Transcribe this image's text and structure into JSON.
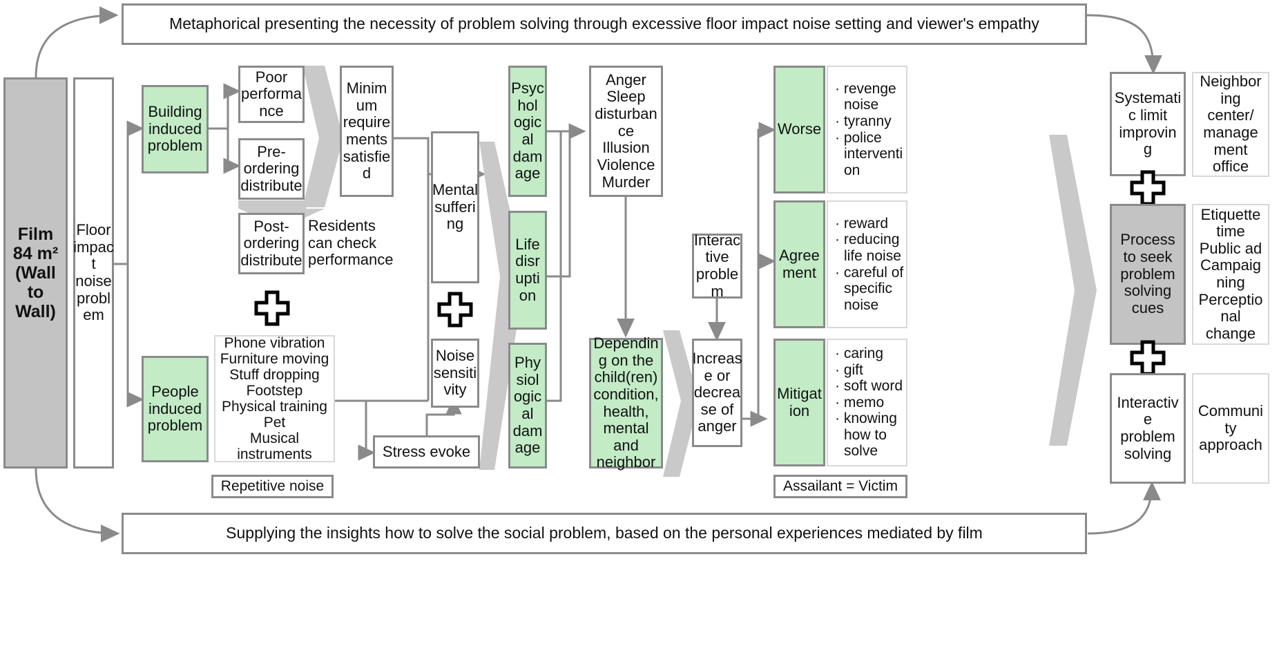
{
  "diagram": {
    "title_banner_top": "Metaphorical presenting the necessity of problem solving through excessive floor impact noise setting and viewer's empathy",
    "title_banner_bottom": "Supplying the insights how to solve the social problem, based on the personal experiences mediated by film",
    "colors": {
      "accent_green": "#c2ebc6",
      "accent_gray": "#c3c3c3",
      "border": "#8a8a8a",
      "arrow_fill": "#c9c9c9"
    },
    "nodes": {
      "film": "Film\n84 m²\n(Wall\nto\nWall)",
      "floor_impact": "Floor\nimpac\nt\nnoise\nprobl\nem",
      "building_induced": "Building\ninduced\nproblem",
      "people_induced": "People\ninduced\nproblem",
      "poor_performance": "Poor\nperforma\nnce",
      "pre_ordering": "Pre-\nordering\ndistribute",
      "post_ordering": "Post-\nordering\ndistribute",
      "residents_check": "Residents\ncan check\nperformance",
      "minimum_requirements": "Minim\num\nrequire\nments\nsatisfie\nd",
      "noise_list": "Phone vibration\nFurniture moving\nStuff dropping\nFootstep\nPhysical training\nPet\nMusical\ninstruments",
      "repetitive_noise": "Repetitive noise",
      "mental_suffering": "Mental\nsufferi\nng",
      "noise_sensitivity": "Noise\nsensiti\nvity",
      "stress_evoke": "Stress evoke",
      "psychological_damage": "Psyc\nhol\nogic\nal\ndam\nage",
      "life_disruption": "Life\ndisr\nupti\non",
      "physiological_damage": "Phy\nsiol\nogic\nal\ndam\nage",
      "anger_sleep": "Anger\nSleep\ndisturban\nce\nIllusion\nViolence\nMurder",
      "depending_child": "Dependin\ng on the\nchild(ren)\ncondition,\nhealth,\nmental\nand\nneighbor",
      "interactive_problem": "Interac\ntive\nproble\nm",
      "increase_decrease": "Increas\ne or\ndecrea\nse of\nanger",
      "worse": "Worse",
      "agreement": "Agree\nment",
      "mitigation": "Mitigat\nion",
      "assailant_victim": "Assailant = Victim",
      "systematic_limit": "Systemati\nc limit\nimprovin\ng",
      "process_to_seek": "Process\nto seek\nproblem\nsolving\ncues",
      "interactive_solving": "Interactiv\ne\nproblem\nsolving",
      "neighboring_center": "Neighbor\ning\ncenter/\nmanage\nment\noffice",
      "etiquette_time": "Etiquette\ntime\nPublic ad\nCampaig\nning\nPerceptio\nnal\nchange",
      "community_approach": "Communi\nty\napproach"
    },
    "bullet_lists": {
      "worse": [
        "revenge noise",
        "tyranny",
        "police interventi on"
      ],
      "agreement": [
        "reward",
        "reducing life noise",
        "careful of specific noise"
      ],
      "mitigation": [
        "caring",
        "gift",
        "soft word",
        "memo",
        "knowing how to solve"
      ]
    }
  }
}
